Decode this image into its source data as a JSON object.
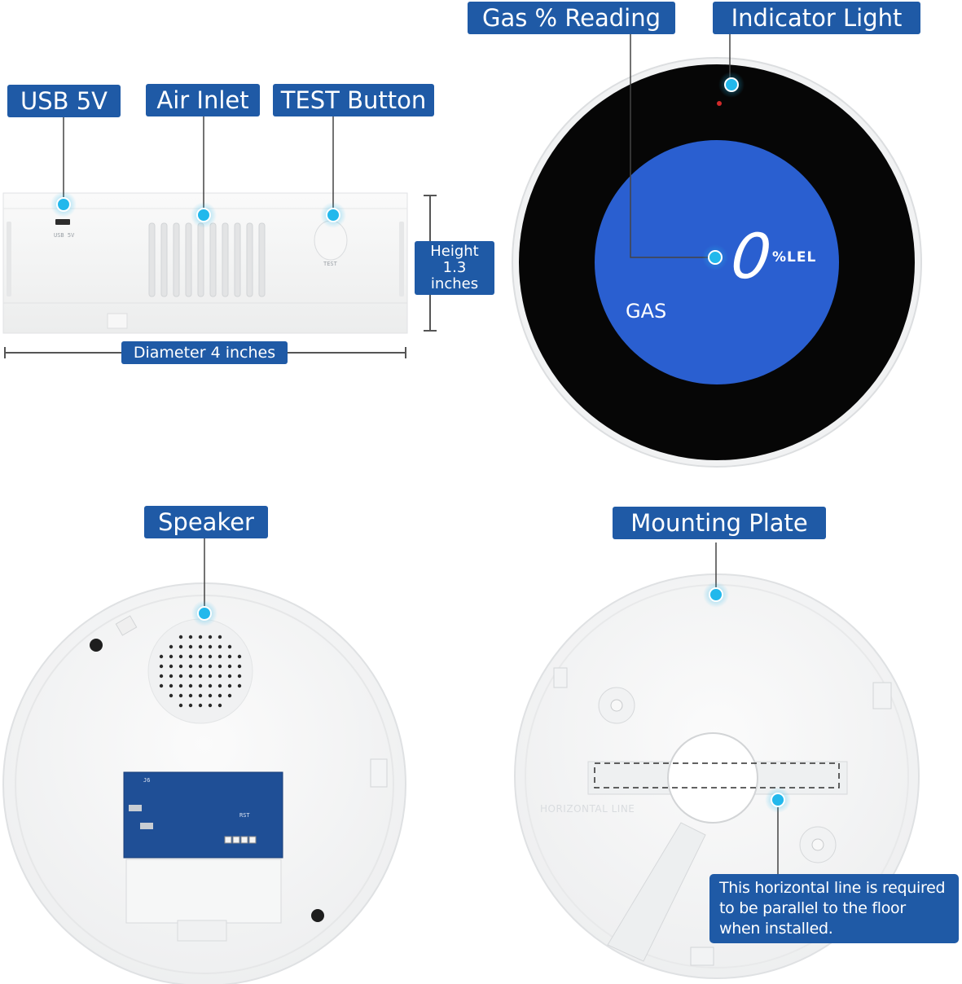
{
  "labels": {
    "usb": "USB 5V",
    "air_inlet": "Air Inlet",
    "test_button": "TEST Button",
    "gas_reading": "Gas % Reading",
    "indicator_light": "Indicator Light",
    "speaker": "Speaker",
    "mounting_plate": "Mounting Plate"
  },
  "dimensions": {
    "height_line1": "Height",
    "height_line2": "1.3 inches",
    "diameter": "Diameter 4 inches"
  },
  "display": {
    "digit": "0",
    "unit": "%LEL",
    "gas": "GAS"
  },
  "engravings": {
    "usb_small": "USB 5V",
    "test_small": "TEST",
    "horizontal_line": "HORIZONTAL LINE",
    "pcb_j6": "J6",
    "pcb_rst": "RST"
  },
  "note": {
    "line1": "This horizontal line is required",
    "line2": "to be parallel to the floor",
    "line3": "when installed."
  },
  "colors": {
    "label_blue": "#1f5aa6",
    "lcd_blue": "#2a5fd0",
    "marker_cyan": "#22b8ec",
    "device_white": "#f4f5f6"
  }
}
